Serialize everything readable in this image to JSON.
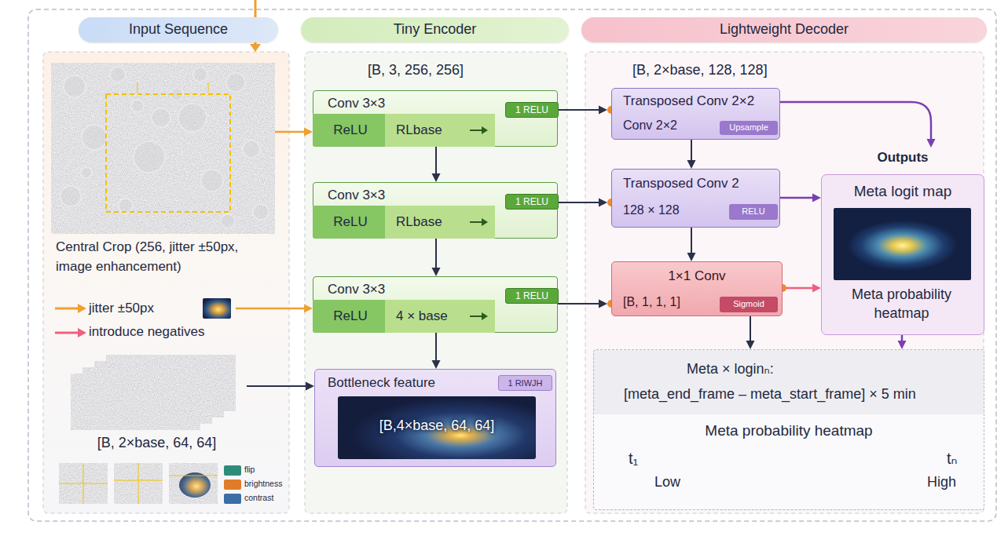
{
  "diagram": {
    "nodes": [
      {
        "text": [
          "Input Sequence"
        ]
      },
      {
        "text": [
          "Tiny Encoder"
        ]
      },
      {
        "text": [
          "Lightweight Decoder"
        ]
      },
      {
        "text": [
          "Central Crop (256, jitter ±50px, image enhancement)"
        ]
      },
      {
        "text": [
          "jitter ±50px"
        ]
      },
      {
        "text": [
          "[B, 2×base, 64, 64]"
        ]
      },
      {
        "text": [
          "Conv 3×3"
        ]
      },
      {
        "text": [
          "ReLU"
        ],
        "in": 6
      },
      {
        "text": [
          "RLbase"
        ],
        "in": 6
      },
      {
        "text": [
          "1 RELU"
        ],
        "in": 6
      },
      {
        "text": [
          "Conv 3×3"
        ]
      },
      {
        "text": [
          "ReLU"
        ],
        "in": 10
      },
      {
        "text": [
          "RLbase"
        ],
        "in": 10
      },
      {
        "text": [
          "1 RELU"
        ],
        "in": 10
      },
      {
        "text": [
          "Conv 3×3"
        ]
      },
      {
        "text": [
          "ReLU"
        ],
        "in": 14
      },
      {
        "text": [
          "4 × base"
        ],
        "in": 14
      },
      {
        "text": [
          "1 RELU"
        ],
        "in": 14
      },
      {
        "text": [
          "Bottleneck feature"
        ]
      },
      {
        "text": [
          "1 RIWJH"
        ],
        "in": 18
      },
      {
        "text": [
          "[B,4×base, 64, 64]"
        ],
        "in": 18
      },
      {
        "text": [
          "Transposed Conv 2×2",
          "Conv 2×2"
        ]
      },
      {
        "text": [
          "Upsample"
        ],
        "in": 21
      },
      {
        "text": [
          "Transposed Conv 2",
          "128 × 128"
        ]
      },
      {
        "text": [
          "RELU"
        ],
        "in": 23
      },
      {
        "text": [
          "1×1 Conv",
          "[B, 1, 1, 1]"
        ]
      },
      {
        "text": [
          "Sigmoid"
        ],
        "in": 25
      },
      {
        "text": [
          "Outputs",
          "Meta logit map",
          "Meta probability heatmap"
        ]
      },
      {
        "text": [
          "Meta × loginₙ:",
          "[meta_end_frame – meta_start_frame] × 5 min",
          "Meta probability heatmap"
        ]
      }
    ],
    "edges": [
      {
        "from": 3,
        "to": 6,
        "arrow": "to"
      },
      {
        "from": 4,
        "to": 14,
        "arrow": "to"
      },
      {
        "from": 5,
        "to": 18,
        "arrow": "to"
      },
      {
        "from": 6,
        "to": 10,
        "arrow": "to"
      },
      {
        "from": 10,
        "to": 14,
        "arrow": "to"
      },
      {
        "from": 14,
        "to": 18,
        "arrow": "to"
      },
      {
        "from": 6,
        "to": 21,
        "arrow": "to"
      },
      {
        "from": 10,
        "to": 23,
        "arrow": "to"
      },
      {
        "from": 14,
        "to": 25,
        "arrow": "to"
      },
      {
        "from": 21,
        "to": 23,
        "arrow": "to"
      },
      {
        "from": 23,
        "to": 25,
        "arrow": "to"
      },
      {
        "from": 21,
        "to": 27,
        "arrow": "to"
      },
      {
        "from": 23,
        "to": 27,
        "arrow": "to"
      },
      {
        "from": 25,
        "to": 27,
        "arrow": "to"
      },
      {
        "from": 25,
        "to": 28,
        "arrow": "to"
      },
      {
        "from": 27,
        "to": 28,
        "arrow": "to"
      }
    ],
    "labels": [
      "[B, 3, 256, 256]",
      "introduce negatives",
      "[B, 2×base, 128, 128]",
      "t₁",
      "tₙ",
      "Low",
      "High"
    ],
    "legend": [
      {
        "text": "flip",
        "color": "#2e8b7a"
      },
      {
        "text": "brightness",
        "color": "#e07b2a"
      },
      {
        "text": "contrast",
        "color": "#3a6ea5"
      }
    ]
  }
}
